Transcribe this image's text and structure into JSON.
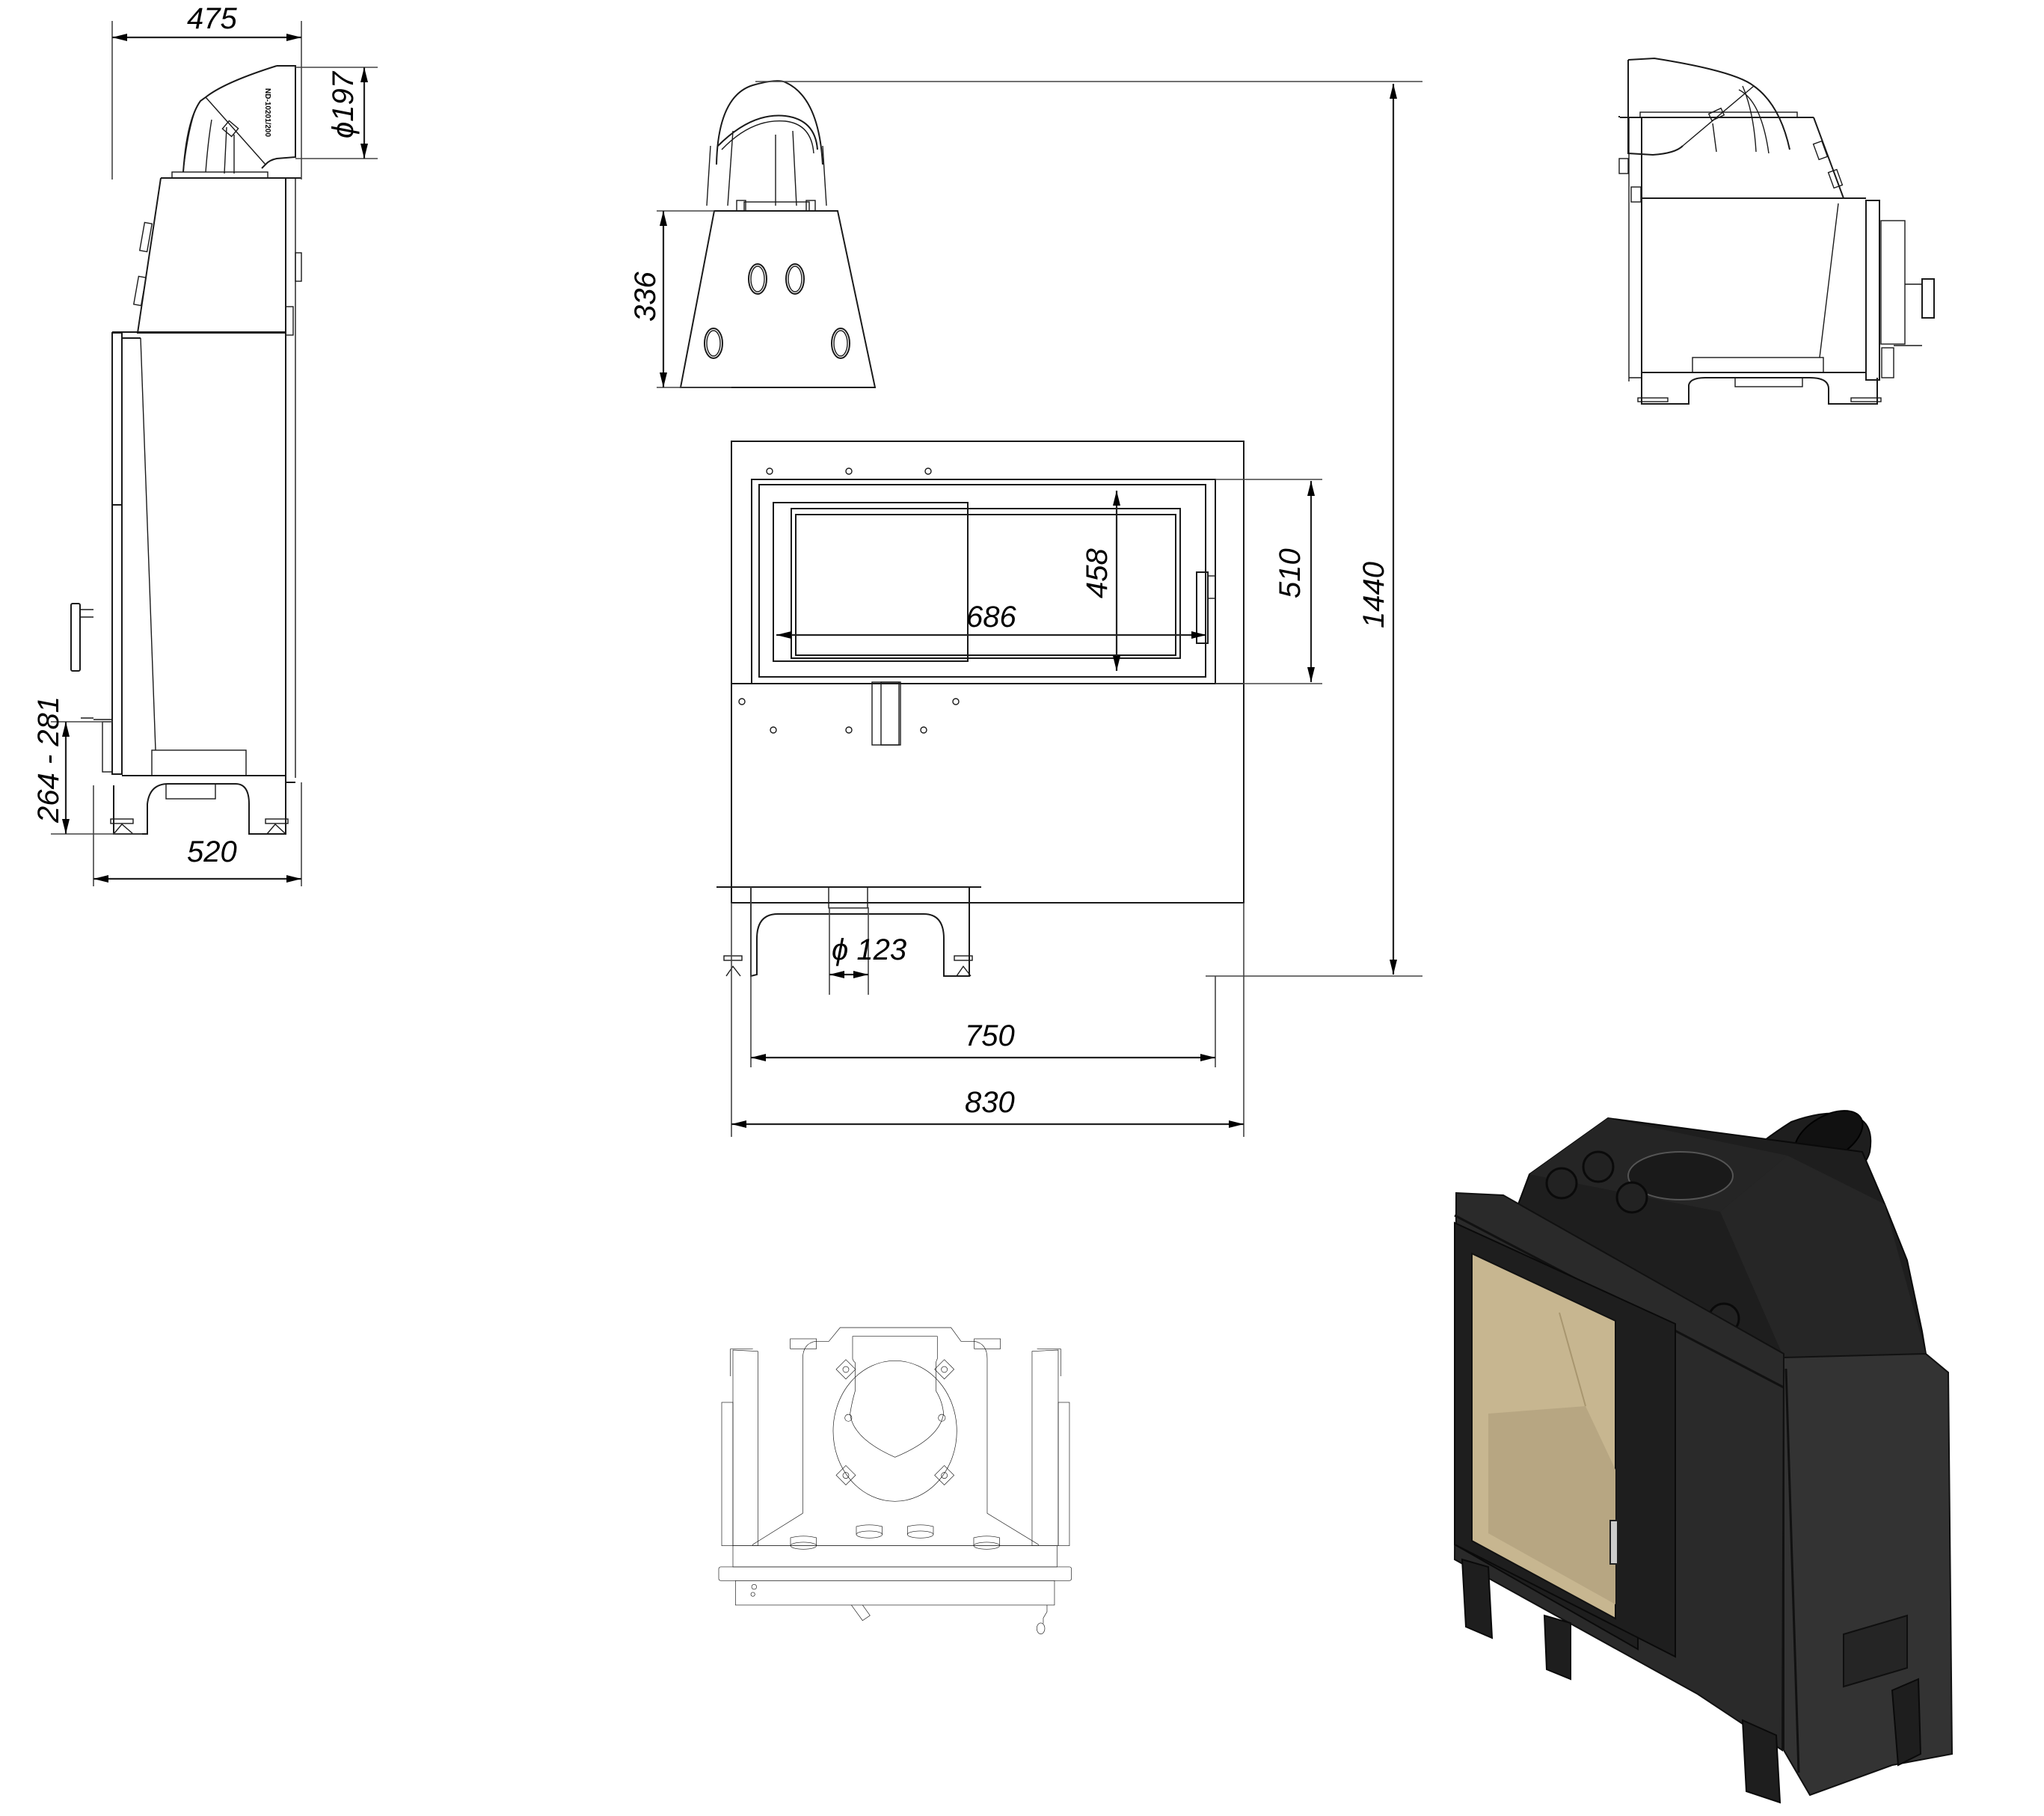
{
  "drawing": {
    "subject": "Fireplace insert technical drawing",
    "units": "mm",
    "views": [
      "side-view-left",
      "front-view",
      "side-view-right",
      "top-view",
      "isometric-render"
    ]
  },
  "dimensions": {
    "side_depth_top": "475",
    "flue_diameter": "ϕ197",
    "side_depth_bottom": "520",
    "side_leg_height": "264 - 281",
    "hood_height": "336",
    "door_opening_height": "458",
    "door_height": "510",
    "total_height": "1440",
    "glass_width": "686",
    "air_inlet_diameter": "ϕ 123",
    "leg_span_width": "750",
    "total_width": "830"
  },
  "labels": {
    "flue_marking": "ND-10201/200"
  },
  "colors": {
    "line": "#1a1a1a",
    "body_render": "#2a2a2a",
    "glass_render": "#c7b690",
    "background": "#ffffff"
  }
}
